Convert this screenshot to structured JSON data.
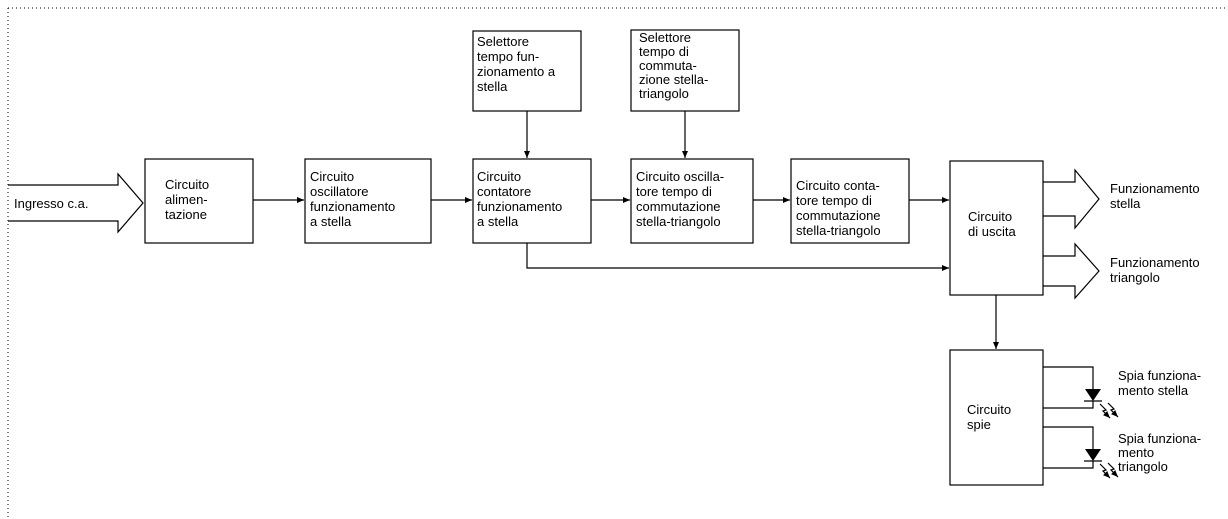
{
  "blocks": {
    "alimentazione": [
      "Circuito",
      "alimen-",
      "tazione"
    ],
    "oscillatore_stella": [
      "Circuito",
      "oscillatore",
      "funzionamento",
      "a stella"
    ],
    "contatore_stella": [
      "Circuito",
      "contatore",
      "funzionamento",
      "a stella"
    ],
    "oscillatore_commutazione": [
      "Circuito oscilla-",
      "tore tempo di",
      "commutazione",
      "stella-triangolo"
    ],
    "contatore_commutazione": [
      "Circuito conta-",
      "tore tempo di",
      "commutazione",
      "stella-triangolo"
    ],
    "uscita": [
      "Circuito",
      "di uscita"
    ],
    "spie": [
      "Circuito",
      "spie"
    ],
    "selettore_stella": [
      "Selettore",
      "tempo fun-",
      "zionamento a",
      "stella"
    ],
    "selettore_commutazione": [
      "Selettore",
      "tempo di",
      "commuta-",
      "zione stella-",
      "triangolo"
    ]
  },
  "input_label": "Ingresso c.a.",
  "outputs": {
    "stella": [
      "Funzionamento",
      "stella"
    ],
    "triangolo": [
      "Funzionamento",
      "triangolo"
    ]
  },
  "lamps": {
    "stella": [
      "Spia funziona-",
      "mento stella"
    ],
    "triangolo": [
      "Spia funziona-",
      "mento",
      "triangolo"
    ]
  }
}
